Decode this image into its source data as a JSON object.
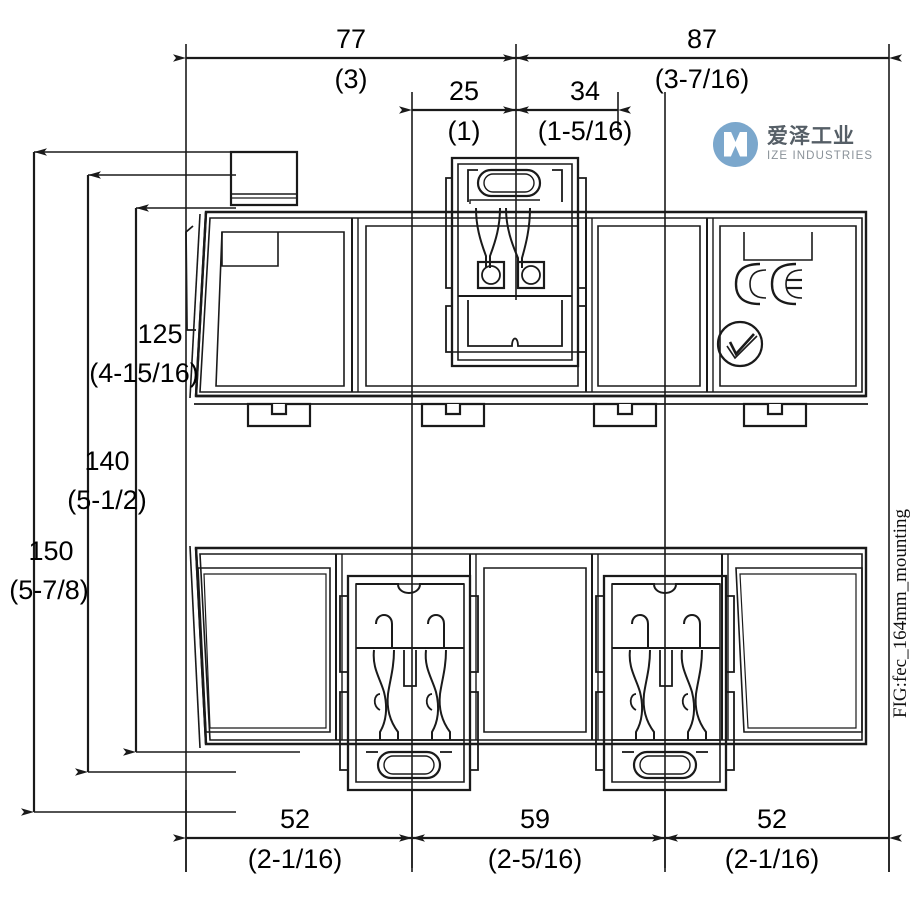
{
  "drawing": {
    "figure_label": "FIG:fec_164mm_mounting",
    "title_hidden": "",
    "line_color": "#1a1a1a"
  },
  "logo": {
    "name_cn": "爱泽工业",
    "name_en": "IZE INDUSTRIES",
    "mark_color": "#7ba7cc",
    "text_color": "#555e66"
  },
  "dimensions": {
    "top": [
      {
        "id": "d-77",
        "mm": "77",
        "inch": "(3)"
      },
      {
        "id": "d-87",
        "mm": "87",
        "inch": "(3-7/16)"
      },
      {
        "id": "d-25",
        "mm": "25",
        "inch": "(1)"
      },
      {
        "id": "d-34",
        "mm": "34",
        "inch": "(1-5/16)"
      }
    ],
    "left": [
      {
        "id": "d-125",
        "mm": "125",
        "inch": "(4-15/16)"
      },
      {
        "id": "d-140",
        "mm": "140",
        "inch": "(5-1/2)"
      },
      {
        "id": "d-150",
        "mm": "150",
        "inch": "(5-7/8)"
      }
    ],
    "bottom": [
      {
        "id": "d-52a",
        "mm": "52",
        "inch": "(2-1/16)"
      },
      {
        "id": "d-59",
        "mm": "59",
        "inch": "(2-5/16)"
      },
      {
        "id": "d-52b",
        "mm": "52",
        "inch": "(2-1/16)"
      }
    ]
  },
  "marks": {
    "ce": "CE",
    "rcm": "RCM tick"
  }
}
